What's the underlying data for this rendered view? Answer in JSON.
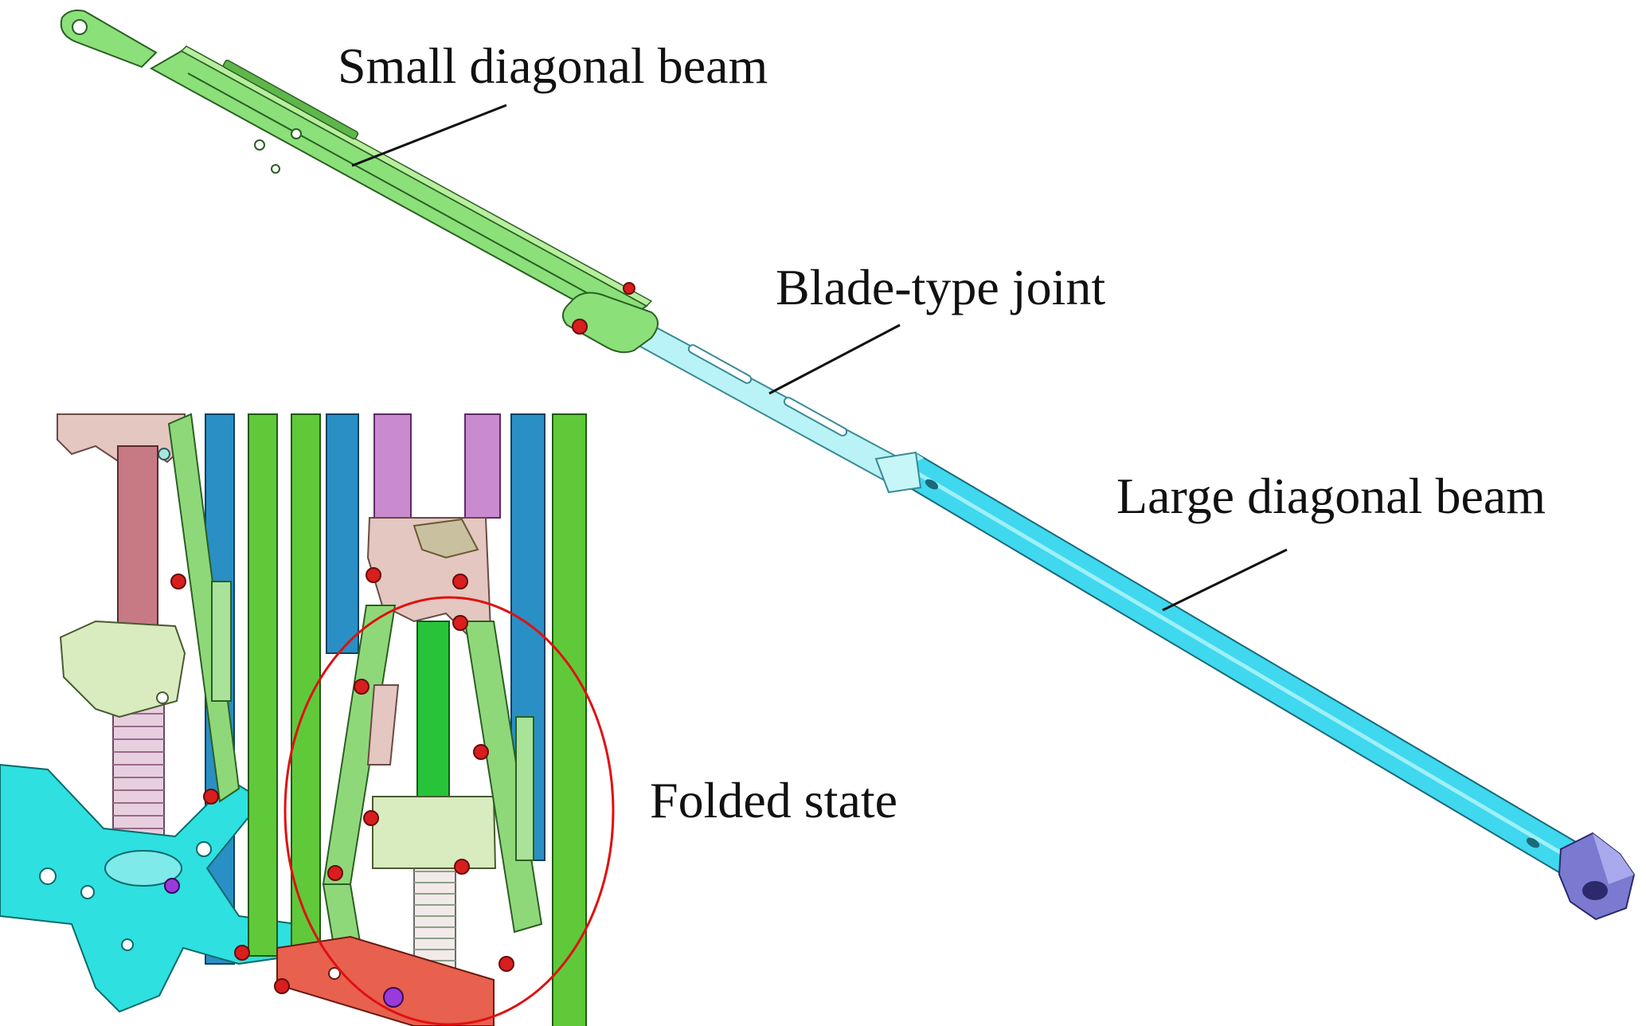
{
  "labels": {
    "small_beam": "Small diagonal beam",
    "blade_joint": "Blade-type joint",
    "large_beam": "Large diagonal beam",
    "folded_state": "Folded state"
  },
  "colors": {
    "small_beam": "#8be07a",
    "large_beam": "#3fd8ee",
    "joint": "#b9f3f7",
    "end_fitting": "#7b7ad0",
    "fold_circle": "#e01010",
    "pin": "#d81e1e",
    "green_rod": "#5fc93a",
    "blue_rod": "#2a8fc4",
    "purple_rod": "#c98ad0",
    "hub": "#2ee0e0",
    "spring": "#e7cfe0",
    "bracket": "#e3c7c0",
    "red_block": "#e8604e"
  }
}
